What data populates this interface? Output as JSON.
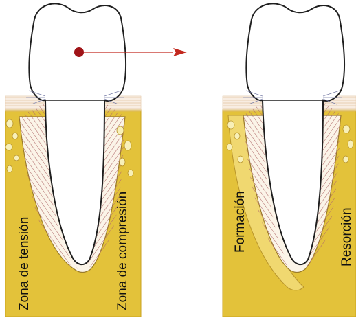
{
  "diagram": {
    "left_panel": {
      "label_left": "Zona de tensión",
      "label_right": "Zona de compresión"
    },
    "right_panel": {
      "label_left": "Formación",
      "label_right": "Resorción"
    },
    "colors": {
      "bone": "#e3c23a",
      "bone_dark": "#c9a21e",
      "bone_light": "#f3e08a",
      "marrow": "#f8f0b8",
      "ligament": "#b06a6a",
      "gingiva": "#f1dcc6",
      "tooth_outline": "#1f1f1f",
      "force_dot": "#a01418",
      "force_arrow": "#c2281e"
    }
  }
}
